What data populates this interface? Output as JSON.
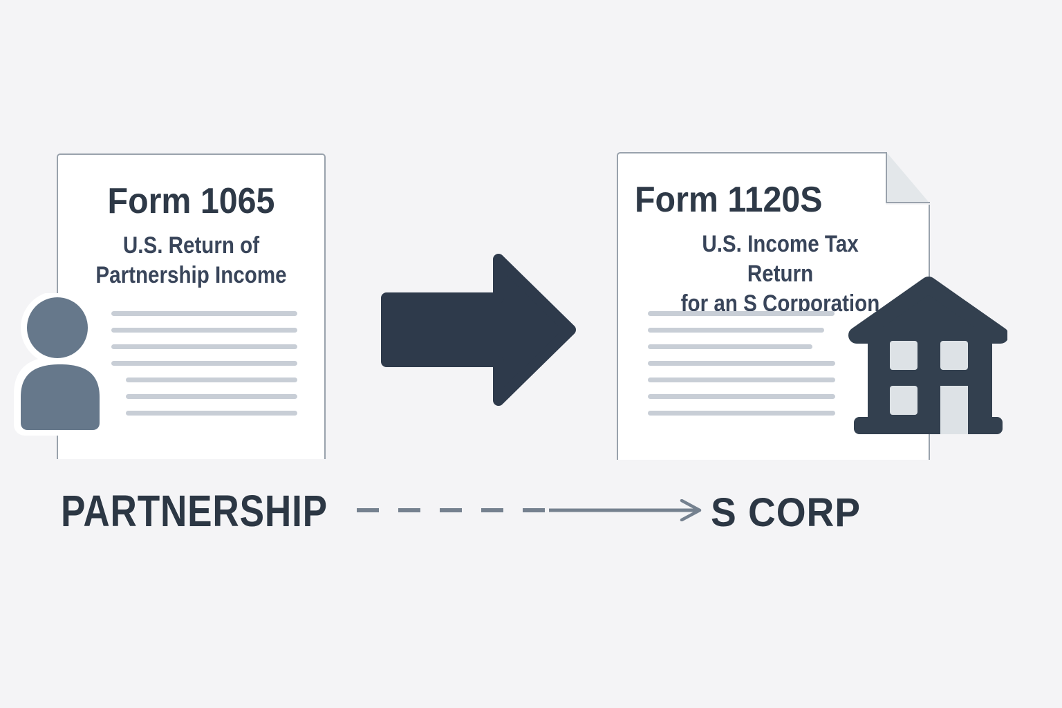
{
  "canvas": {
    "background": "#f4f4f6"
  },
  "left_card": {
    "title": "Form 1065",
    "subtitle_line1": "U.S. Return of",
    "subtitle_line2": "Partnership Income",
    "placeholder_line_count": 7
  },
  "right_card": {
    "title": "Form 1120S",
    "subtitle_line1": "U.S. Income Tax Return",
    "subtitle_line2": "for an S Corporation",
    "placeholder_line_count": 7
  },
  "flow": {
    "from_label": "PARTNERSHIP",
    "to_label": "S CORP"
  },
  "icons": {
    "person": "person-icon",
    "building": "building-icon",
    "solid_arrow": "arrow-right-icon",
    "dashed_arrow": "dashed-arrow-right-icon",
    "folded_corner": "folded-page-corner"
  },
  "colors": {
    "dark_slate": "#2e3a4b",
    "person_fill": "#66788b",
    "building_fill": "#33404f",
    "window_fill": "#dde2e6",
    "card_border": "#99a2ac",
    "placeholder_line": "#c8ced6",
    "fold_fill": "#e3e7ea",
    "dashed_arrow": "#75818f",
    "text_dark": "#2e3947"
  }
}
